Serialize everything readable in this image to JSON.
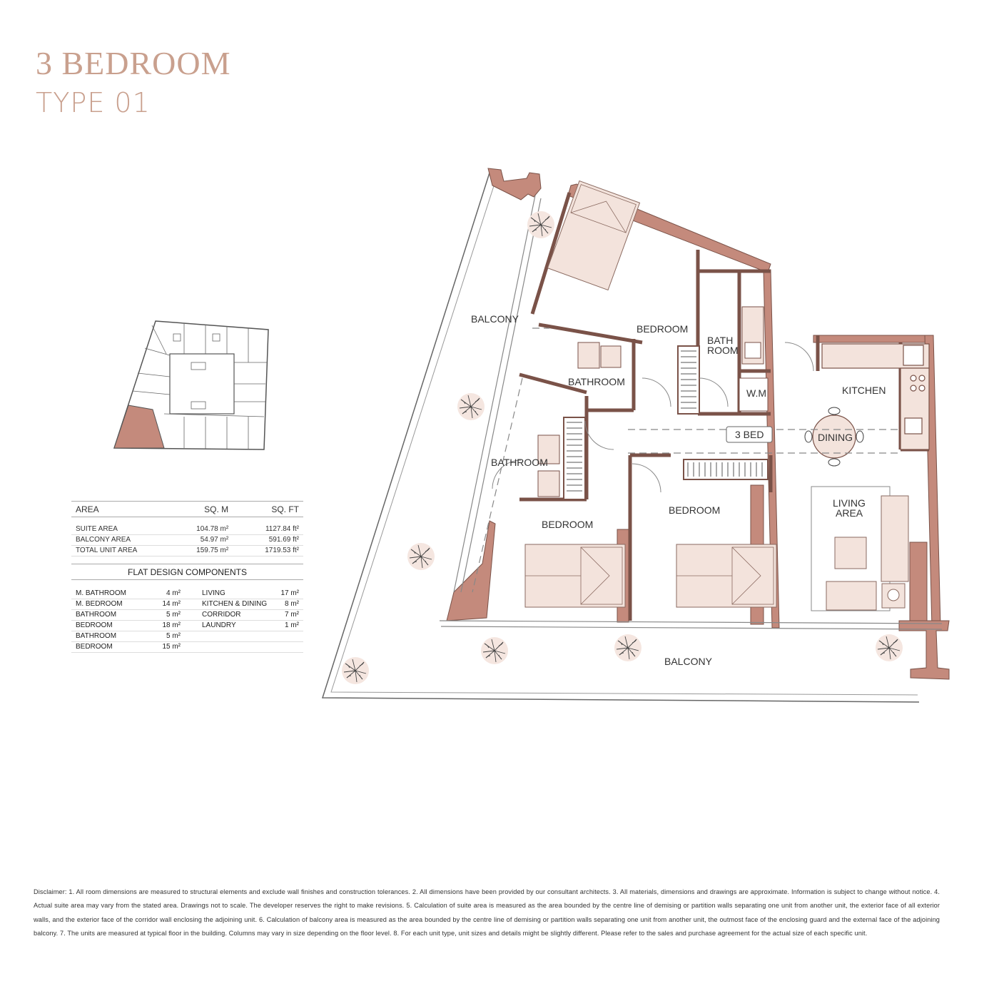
{
  "header": {
    "title_line1": "3 BEDROOM",
    "title_line2": "TYPE 01"
  },
  "area_table": {
    "headers": [
      "AREA",
      "SQ. M",
      "SQ. FT"
    ],
    "rows": [
      {
        "label": "SUITE AREA",
        "sqm": "104.78 m²",
        "sqft": "1127.84 ft²"
      },
      {
        "label": "BALCONY AREA",
        "sqm": "54.97 m²",
        "sqft": "591.69 ft²"
      },
      {
        "label": "TOTAL UNIT AREA",
        "sqm": "159.75 m²",
        "sqft": "1719.53 ft²"
      }
    ]
  },
  "components": {
    "title": "FLAT DESIGN COMPONENTS",
    "rows": [
      {
        "a": "M. BATHROOM",
        "b": "4 m²",
        "c": "LIVING",
        "d": "17 m²"
      },
      {
        "a": "M. BEDROOM",
        "b": "14 m²",
        "c": "KITCHEN & DINING",
        "d": "8 m²"
      },
      {
        "a": "BATHROOM",
        "b": "5 m²",
        "c": "CORRIDOR",
        "d": "7 m²"
      },
      {
        "a": "BEDROOM",
        "b": "18 m²",
        "c": "LAUNDRY",
        "d": "1 m²"
      },
      {
        "a": "BATHROOM",
        "b": "5 m²",
        "c": "",
        "d": ""
      },
      {
        "a": "BEDROOM",
        "b": "15 m²",
        "c": "",
        "d": ""
      }
    ]
  },
  "plan_labels": {
    "balcony_left": "BALCONY",
    "bedroom_master": "BEDROOM",
    "bath_room": "BATH",
    "bath_room2": "ROOM",
    "bathroom_a": "BATHROOM",
    "bathroom_b": "BATHROOM",
    "wm": "W.M",
    "kitchen": "KITCHEN",
    "three_bed": "3 BED",
    "dining": "DINING",
    "living1": "LIVING",
    "living2": "AREA",
    "bedroom_left": "BEDROOM",
    "bedroom_mid": "BEDROOM",
    "balcony_bottom": "BALCONY"
  },
  "colors": {
    "wall": "#c48a7c",
    "furniture": "#f3e3dc",
    "title": "#c9a08e",
    "highlight": "#c48a7c"
  },
  "disclaimer": "Disclaimer: 1. All room dimensions are measured to structural elements and exclude wall finishes and construction tolerances. 2. All dimensions have been provided by our consultant architects. 3. All materials, dimensions and drawings are approximate. Information is subject to change without notice. 4. Actual suite area may vary from the stated area. Drawings not to scale. The developer reserves the right to make revisions. 5. Calculation of suite area is measured as the area bounded by the centre line of demising or partition walls separating one unit from another unit, the exterior face of all exterior walls, and the exterior face of the corridor wall enclosing the adjoining unit. 6. Calculation of balcony area is measured as the area bounded by the centre line of demising or partition walls separating one unit from another unit, the outmost face of the enclosing guard and the external face of the adjoining balcony. 7. The units are measured at typical floor in the building. Columns may vary in size depending on the floor level. 8. For each unit type, unit sizes and details might be slightly different. Please refer to the sales and purchase agreement for the actual size of each specific unit."
}
